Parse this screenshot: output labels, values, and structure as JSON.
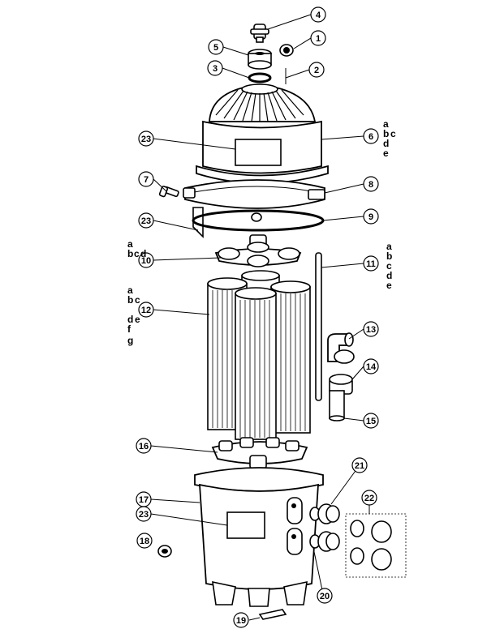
{
  "callouts": {
    "c1": "1",
    "c2": "2",
    "c3": "3",
    "c4": "4",
    "c5": "5",
    "c6": "6",
    "c7": "7",
    "c8": "8",
    "c9": "9",
    "c10": "10",
    "c11": "11",
    "c12": "12",
    "c13": "13",
    "c14": "14",
    "c15": "15",
    "c16": "16",
    "c17": "17",
    "c18": "18",
    "c19": "19",
    "c20": "20",
    "c21": "21",
    "c22": "22",
    "c23a": "23",
    "c23b": "23",
    "c23c": "23"
  },
  "variants": {
    "part6": [
      "a",
      "b",
      "c",
      "d",
      "e"
    ],
    "part10": [
      "a",
      "b",
      "c",
      "d"
    ],
    "part11": [
      "a",
      "b",
      "c",
      "d",
      "e"
    ],
    "part12": [
      "a",
      "b",
      "c",
      "d",
      "e",
      "f",
      "g"
    ]
  }
}
